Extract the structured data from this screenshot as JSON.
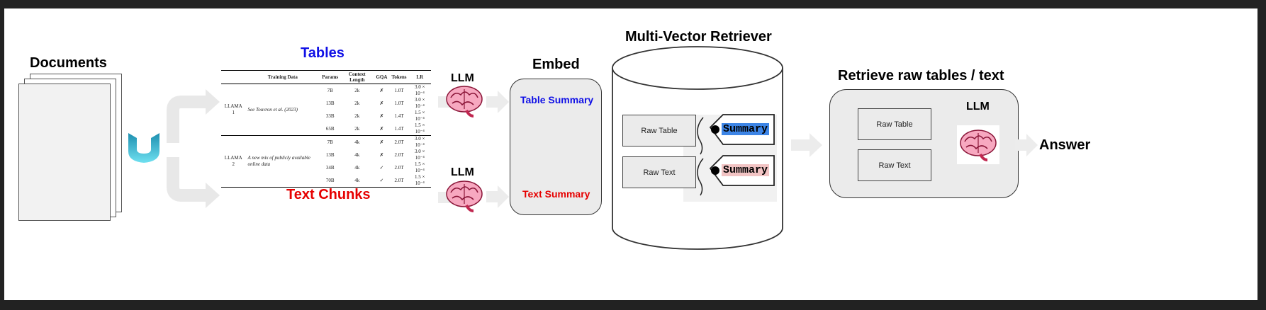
{
  "documents": {
    "label": "Documents"
  },
  "tables": {
    "label": "Tables",
    "headers": [
      "",
      "Training Data",
      "Params",
      "Context Length",
      "GQA",
      "Tokens",
      "LR"
    ],
    "groups": [
      {
        "model": "LLAMA 1",
        "data": "See Touvron et al. (2023)",
        "rows": [
          [
            "7B",
            "2k",
            "✗",
            "1.0T",
            "3.0 × 10⁻⁴"
          ],
          [
            "13B",
            "2k",
            "✗",
            "1.0T",
            "3.0 × 10⁻⁴"
          ],
          [
            "33B",
            "2k",
            "✗",
            "1.4T",
            "1.5 × 10⁻⁴"
          ],
          [
            "65B",
            "2k",
            "✗",
            "1.4T",
            "1.5 × 10⁻⁴"
          ]
        ]
      },
      {
        "model": "LLAMA 2",
        "data": "A new mix of publicly available online data",
        "rows": [
          [
            "7B",
            "4k",
            "✗",
            "2.0T",
            "3.0 × 10⁻⁴"
          ],
          [
            "13B",
            "4k",
            "✗",
            "2.0T",
            "3.0 × 10⁻⁴"
          ],
          [
            "34B",
            "4k",
            "✓",
            "2.0T",
            "1.5 × 10⁻⁴"
          ],
          [
            "70B",
            "4k",
            "✓",
            "2.0T",
            "1.5 × 10⁻⁴"
          ]
        ]
      }
    ]
  },
  "text_chunks": {
    "label": "Text Chunks"
  },
  "llm_top": {
    "label": "LLM"
  },
  "llm_bottom": {
    "label": "LLM"
  },
  "embed": {
    "label": "Embed",
    "table_summary": "Table Summary",
    "text_summary": "Text Summary"
  },
  "retriever": {
    "label": "Multi-Vector Retriever",
    "raw_table": "Raw Table",
    "raw_text": "Raw Text",
    "summary_1": "Summary",
    "summary_2": "Summary"
  },
  "retrieve": {
    "label": "Retrieve raw tables / text",
    "raw_table": "Raw Table",
    "raw_text": "Raw Text",
    "llm": "LLM"
  },
  "answer": {
    "label": "Answer"
  },
  "colors": {
    "tables_blue": "#1010e6",
    "text_red": "#e60000",
    "summary_blue": "#3d85e6",
    "summary_pink": "#f2c4c4"
  }
}
